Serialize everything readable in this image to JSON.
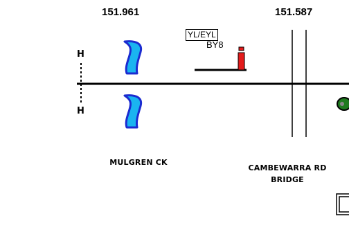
{
  "kilometrages": {
    "left": "151.961",
    "right": "151.587"
  },
  "homing_marker": {
    "top_label": "H",
    "bottom_label": "H"
  },
  "signal": {
    "box_label": "YL/EYL",
    "name": "BY8",
    "post_color": "#e41b1b"
  },
  "locations": {
    "creek": "MULGREN CK",
    "bridge_line1": "CAMBEWARRA RD",
    "bridge_line2": "BRIDGE"
  },
  "colors": {
    "track": "#000000",
    "creek_water": "#1ab4f0",
    "creek_water_edge": "#1b2bd0",
    "signal_head": "#1f7a1f"
  }
}
